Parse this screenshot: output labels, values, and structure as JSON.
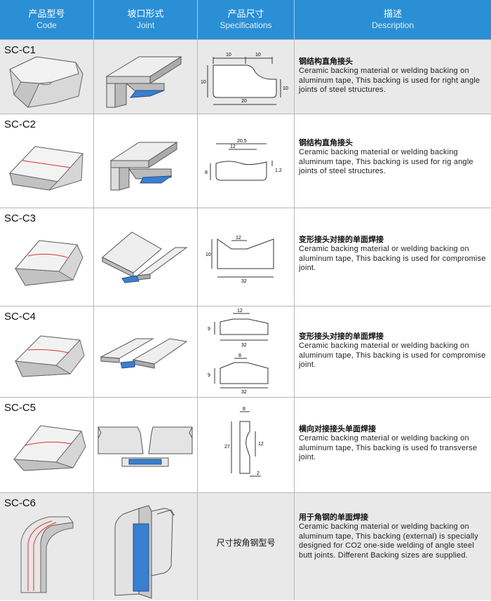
{
  "header": {
    "code": {
      "zh": "产品型号",
      "en": "Code"
    },
    "joint": {
      "zh": "坡口形式",
      "en": "Joint"
    },
    "spec": {
      "zh": "产品尺寸",
      "en": "Specifications"
    },
    "desc": {
      "zh": "描述",
      "en": "Description"
    }
  },
  "rows": [
    {
      "code": "SC-C1",
      "desc_zh": "钢结构直角接头",
      "desc_en": "Ceramic backing material or welding backing on aluminum tape, This backing is used for right angle joints of steel structures.",
      "dims": {
        "a": "10",
        "b": "10",
        "h": "10",
        "r": "10",
        "w": "20"
      }
    },
    {
      "code": "SC-C2",
      "desc_zh": "钢结构直角接头",
      "desc_en": "Ceramic backing material or welding backing aluminum tape, This backing is used for rig angle joints of steel structures.",
      "dims": {
        "top": "20.5",
        "a": "12",
        "h": "8",
        "r": "1.2"
      }
    },
    {
      "code": "SC-C3",
      "desc_zh": "变形接头对接的单面焊接",
      "desc_en": "Ceramic backing material or welding backing on aluminum tape, This backing is used for compromise joint.",
      "dims": {
        "a": "12",
        "h": "10",
        "w": "32"
      }
    },
    {
      "code": "SC-C4",
      "desc_zh": "变形接头对接的单面焊接",
      "desc_en": "Ceramic backing material or welding backing on aluminum tape, This backing is used for compromise joint.",
      "dims": {
        "a": "12",
        "h": "9",
        "w": "32",
        "a2": "8",
        "h2": "9",
        "w2": "32"
      }
    },
    {
      "code": "SC-C5",
      "desc_zh": "横向对接接头单面焊接",
      "desc_en": "Ceramic backing material or welding backing on aluminum tape, This backing is used fo transverse joint.",
      "dims": {
        "w": "8",
        "h": "27",
        "g": "12",
        "b": "2"
      }
    },
    {
      "code": "SC-C6",
      "desc_zh": "用于角钢的单面焊接",
      "desc_en": "Ceramic backing material or welding backing on aluminum tape, This backing (external) is specially designed for CO2 one-side welding of angle steel butt joints. Different Backing sizes are supplied.",
      "spec_text": "尺寸按角钢型号"
    }
  ]
}
